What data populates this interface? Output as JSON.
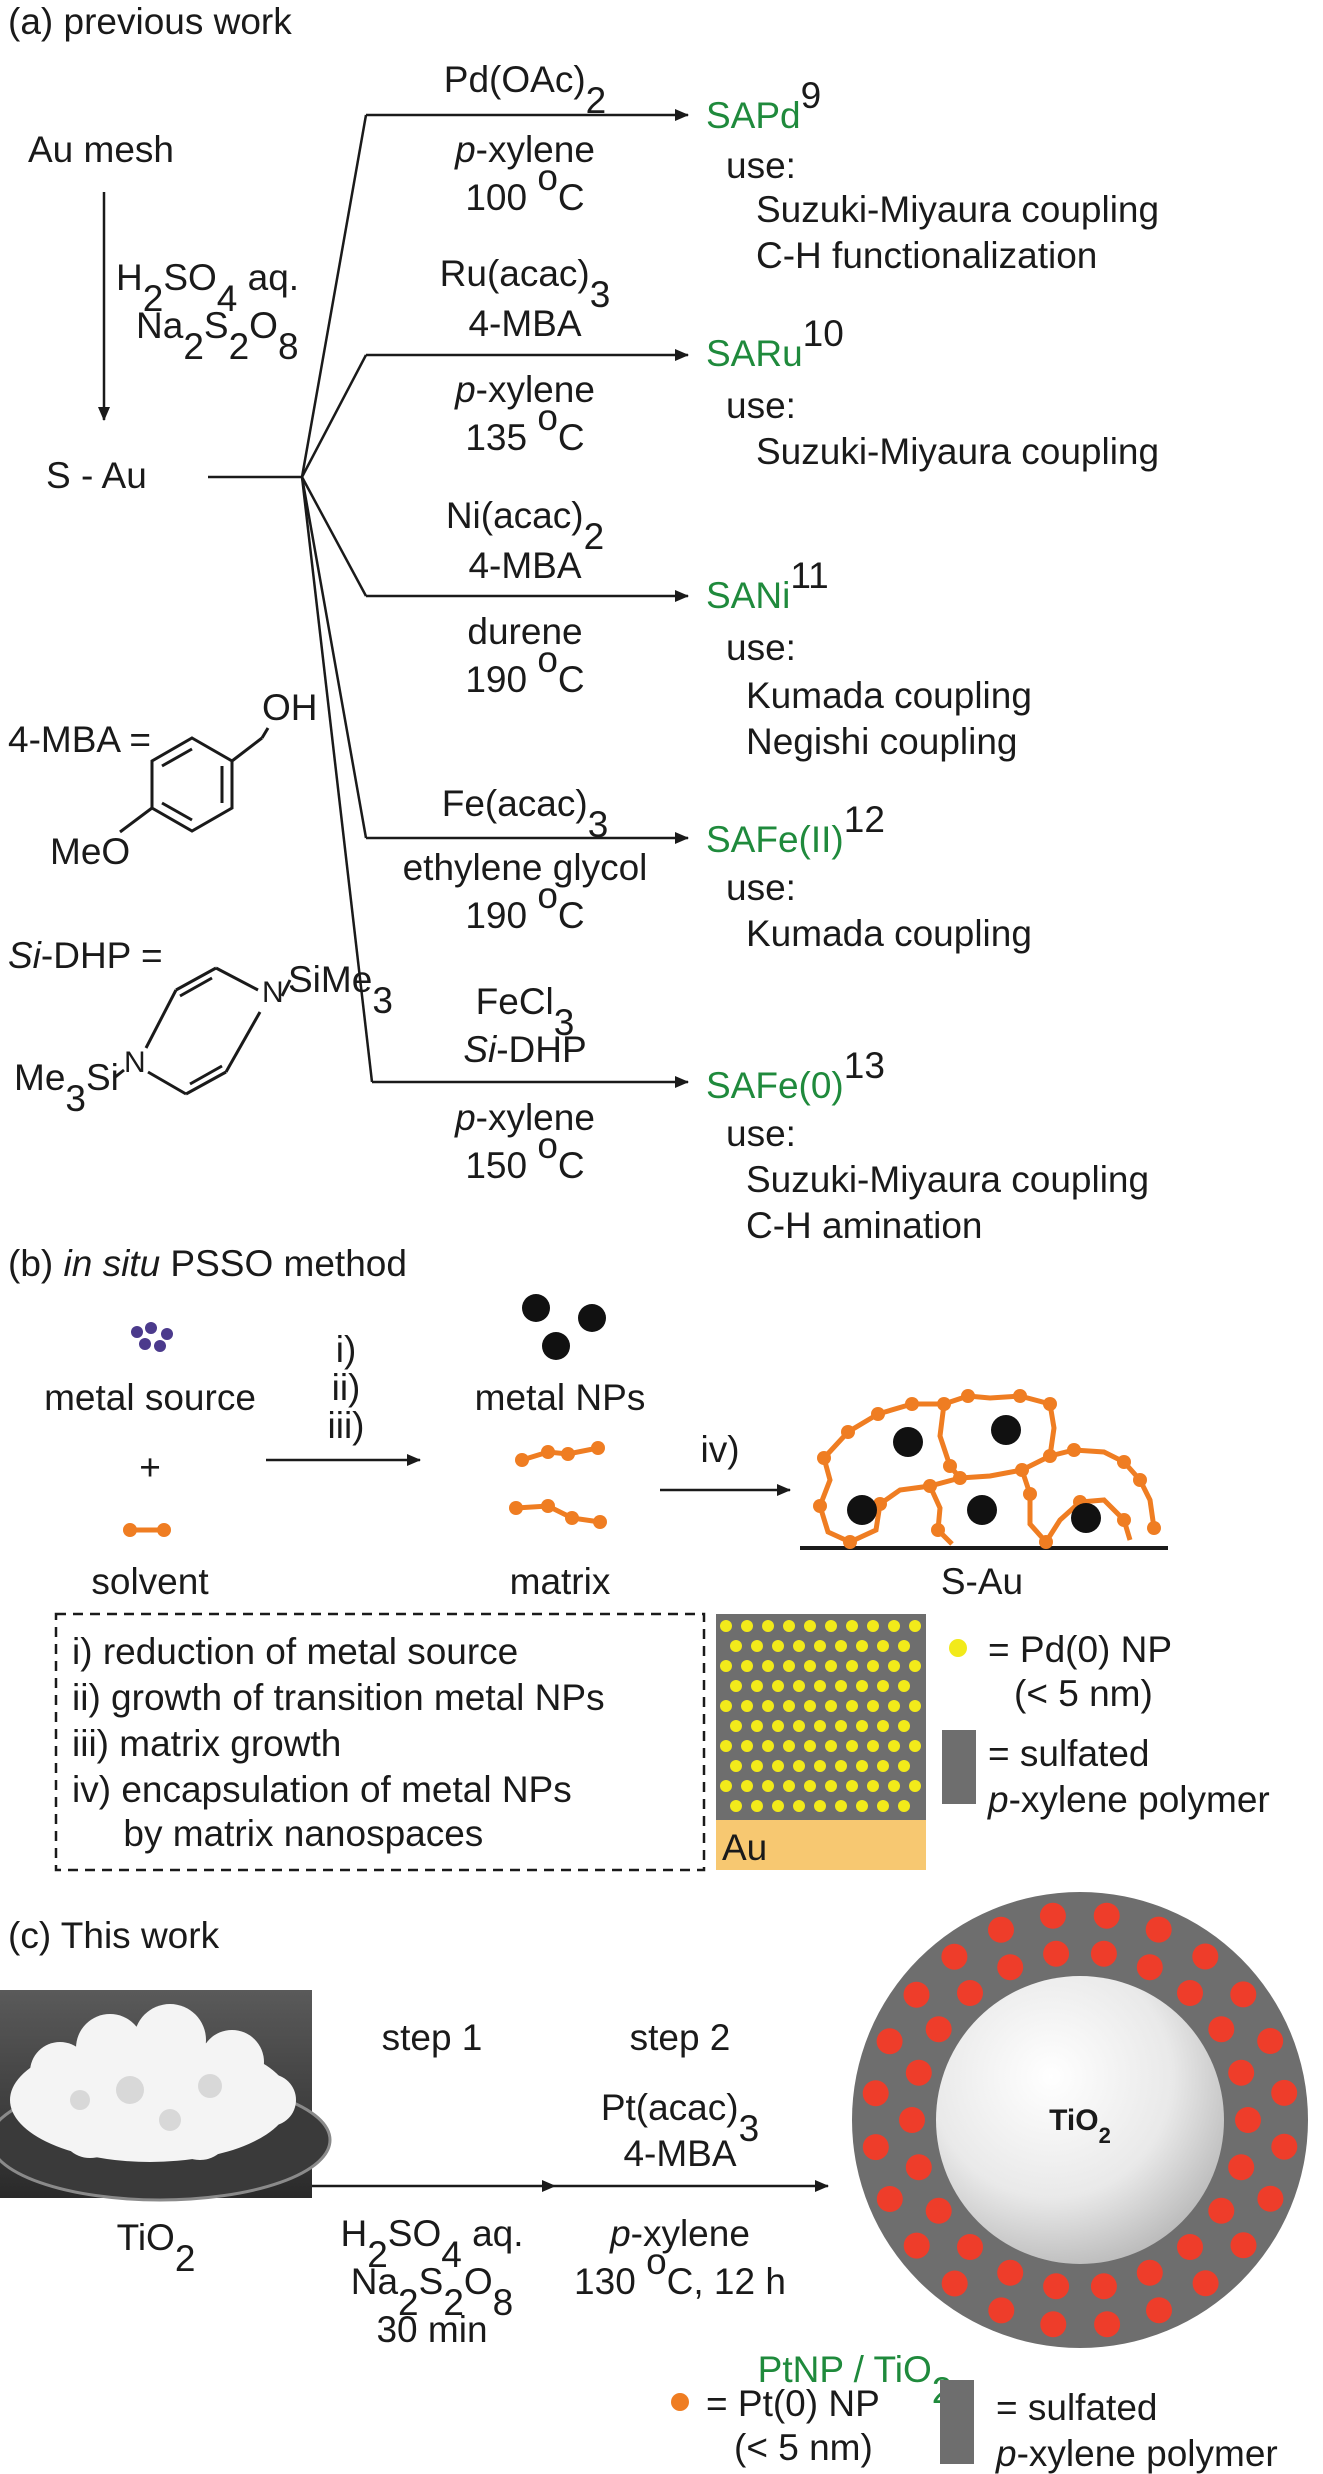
{
  "panel_a": {
    "label": "(a) previous work",
    "start": "Au mesh",
    "cond1": "H",
    "cond1_sub": "2",
    "cond1_a": "SO",
    "cond1_sub2": "4",
    "cond1_b": " aq.",
    "cond2_a": "Na",
    "cond2_s1": "2",
    "cond2_b": "S",
    "cond2_s2": "2",
    "cond2_c": "O",
    "cond2_s3": "8",
    "intermediate": "S - Au",
    "mba_label": "4-MBA =",
    "mba_oh": "OH",
    "mba_meo": "MeO",
    "dhp_label_i": "Si",
    "dhp_label": "-DHP =",
    "dhp_sime3": "SiMe",
    "dhp_sime3_sub": "3",
    "dhp_me3si_a": "Me",
    "dhp_me3si_sub": "3",
    "dhp_me3si_b": "Si",
    "dhp_n": "N",
    "routes": [
      {
        "reagent": "Pd(OAc)",
        "reagent_sub": "2",
        "reagent2": "",
        "solvent_i": "p",
        "solvent": "-xylene",
        "temp": "100 ",
        "temp_sup": "o",
        "temp_u": "C",
        "product": "SAPd",
        "ref": "9",
        "use": "use:",
        "uses": [
          "Suzuki-Miyaura coupling",
          "C-H functionalization"
        ]
      },
      {
        "reagent": "Ru(acac)",
        "reagent_sub": "3",
        "reagent2": "4-MBA",
        "solvent_i": "p",
        "solvent": "-xylene",
        "temp": "135 ",
        "temp_sup": "o",
        "temp_u": "C",
        "product": "SARu",
        "ref": "10",
        "use": "use:",
        "uses": [
          "Suzuki-Miyaura coupling"
        ]
      },
      {
        "reagent": "Ni(acac)",
        "reagent_sub": "2",
        "reagent2": "4-MBA",
        "solvent_i": "",
        "solvent": "durene",
        "temp": "190 ",
        "temp_sup": "o",
        "temp_u": "C",
        "product": "SANi",
        "ref": "11",
        "use": "use:",
        "uses": [
          "Kumada coupling",
          "Negishi coupling"
        ]
      },
      {
        "reagent": "Fe(acac)",
        "reagent_sub": "3",
        "reagent2": "",
        "solvent_i": "",
        "solvent": "ethylene glycol",
        "temp": "190 ",
        "temp_sup": "o",
        "temp_u": "C",
        "product": "SAFe(II)",
        "ref": "12",
        "use": "use:",
        "uses": [
          "Kumada coupling"
        ]
      },
      {
        "reagent": "FeCl",
        "reagent_sub": "3",
        "reagent2_i": "Si",
        "reagent2": "-DHP",
        "solvent_i": "p",
        "solvent": "-xylene",
        "temp": "150 ",
        "temp_sup": "o",
        "temp_u": "C",
        "product": "SAFe(0)",
        "ref": "13",
        "use": "use:",
        "uses": [
          "Suzuki-Miyaura coupling",
          "C-H amination"
        ]
      }
    ]
  },
  "panel_b": {
    "label": "(b) ",
    "label_i": "in situ",
    "label_rest": " PSSO method",
    "metal_source": "metal source",
    "plus": "+",
    "solvent": "solvent",
    "steps": [
      "i)",
      "ii)",
      "iii)"
    ],
    "step4": "iv)",
    "metal_nps": "metal NPs",
    "matrix": "matrix",
    "sau": "S-Au",
    "legend_steps": [
      "i) reduction of metal source",
      "ii) growth of transition metal NPs",
      "iii) matrix growth",
      "iv) encapsulation of metal NPs",
      "     by matrix nanospaces"
    ],
    "au": "Au",
    "pd_legend": "= Pd(0) NP",
    "pd_size": "(< 5 nm)",
    "poly_legend1": "= sulfated",
    "poly_legend2_i": "p",
    "poly_legend2": "-xylene polymer"
  },
  "panel_c": {
    "label": "(c) ",
    "label_b": "This work",
    "tio2_photo_label": "TiO",
    "tio2_sub": "2",
    "step1": "step 1",
    "step2": "step 2",
    "s1_a": "H",
    "s1_s1": "2",
    "s1_b": "SO",
    "s1_s2": "4",
    "s1_c": " aq.",
    "s1_d": "Na",
    "s1_s3": "2",
    "s1_e": "S",
    "s1_s4": "2",
    "s1_f": "O",
    "s1_s5": "8",
    "s1_time": "30 min",
    "s2_reagent": "Pt(acac)",
    "s2_sub": "3",
    "s2_reagent2": "4-MBA",
    "s2_solv_i": "p",
    "s2_solv": "-xylene",
    "s2_temp": "130 ",
    "s2_sup": "o",
    "s2_temp2": "C, 12 h",
    "sphere_label": "TiO",
    "sphere_sub": "2",
    "product": "PtNP / TiO",
    "product_sub": "2",
    "pt_legend": "= Pt(0) NP",
    "pt_size": "(< 5 nm)",
    "poly_legend1": "= sulfated",
    "poly_legend2_i": "p",
    "poly_legend2": "-xylene polymer"
  },
  "colors": {
    "product_green": "#1f8a3c",
    "matrix_orange": "#ef7d22",
    "pd_yellow": "#f2ea1a",
    "polymer_gray": "#6e6e6e",
    "au_gold": "#f7c871",
    "pt_red": "#ee3d2a"
  }
}
